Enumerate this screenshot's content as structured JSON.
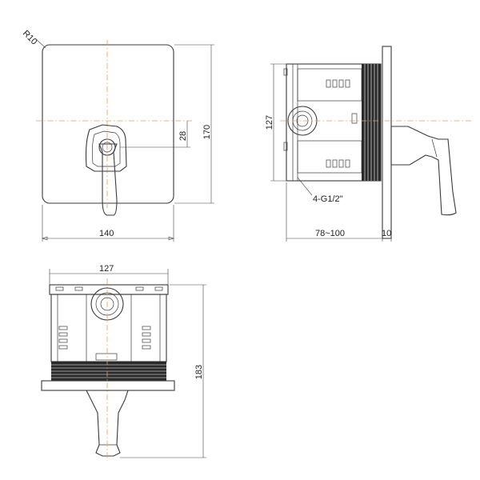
{
  "dimensions": {
    "front_radius": "R10",
    "front_width": "140",
    "front_height": "170",
    "front_offset": "28",
    "side_height": "127",
    "side_depth": "78~100",
    "side_plate": "10",
    "side_connection": "4-G1/2\"",
    "top_width": "127",
    "top_height": "183"
  },
  "colors": {
    "line": "#3a3a3a",
    "centerline": "#e0a060"
  }
}
